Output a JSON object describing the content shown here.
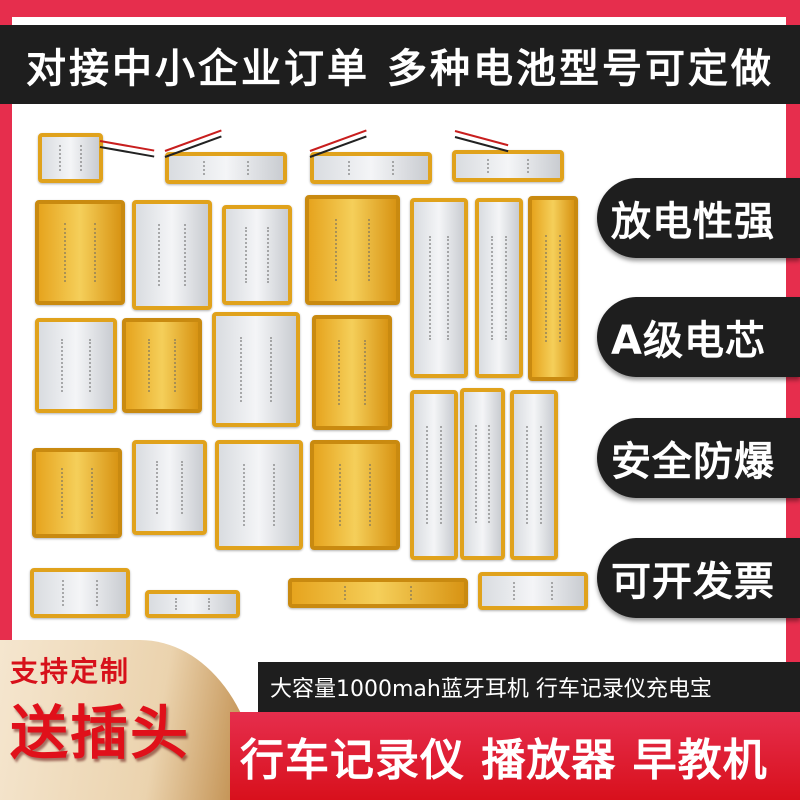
{
  "header": {
    "title": "对接中小企业订单 多种电池型号可定做"
  },
  "features": [
    "放电性强",
    "A级电芯",
    "安全防爆",
    "可开发票"
  ],
  "promo": {
    "customize": "支持定制",
    "gift": "送插头"
  },
  "subtitle": "大容量1000mah蓝牙耳机 行车记录仪充电宝",
  "applications": "行车记录仪 播放器 早教机",
  "colors": {
    "frame": "#e62e4d",
    "banner": "#1e1e1e",
    "battery_wrap": "#e0a21c",
    "promo_text": "#d7101a"
  }
}
